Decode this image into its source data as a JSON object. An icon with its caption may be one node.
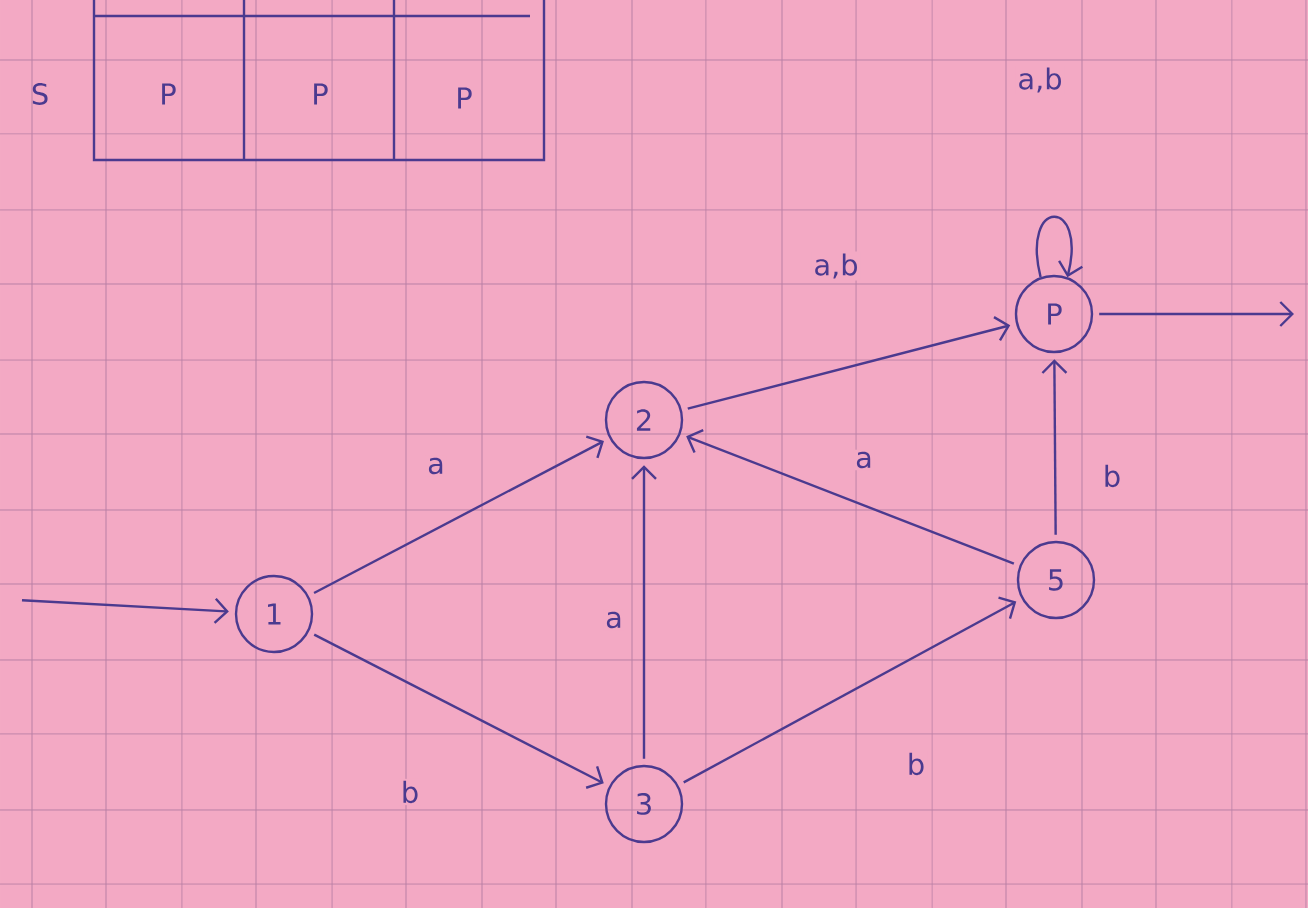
{
  "diagram": {
    "nodes": [
      {
        "text": [
          "1"
        ]
      },
      {
        "text": [
          "2"
        ]
      },
      {
        "text": [
          "3"
        ]
      },
      {
        "text": [
          "5"
        ]
      },
      {
        "text": [
          "P"
        ]
      }
    ],
    "edges": [
      {
        "from": null,
        "to": 0,
        "arrow": "to"
      },
      {
        "from": 0,
        "to": 1,
        "arrow": "to",
        "label": "a"
      },
      {
        "from": 0,
        "to": 2,
        "arrow": "to",
        "label": "b"
      },
      {
        "from": 2,
        "to": 1,
        "arrow": "to",
        "label": "a"
      },
      {
        "from": 2,
        "to": 3,
        "arrow": "to",
        "label": "b"
      },
      {
        "from": 3,
        "to": 1,
        "arrow": "to",
        "label": "a"
      },
      {
        "from": 3,
        "to": 4,
        "arrow": "to",
        "label": "b"
      },
      {
        "from": 1,
        "to": 4,
        "arrow": "to",
        "label": "a,b"
      },
      {
        "from": 4,
        "to": 4,
        "arrow": "to",
        "label": "a,b"
      },
      {
        "from": 4,
        "to": null,
        "arrow": "to"
      }
    ],
    "labels": [
      "S",
      "P",
      "P",
      "P"
    ]
  }
}
